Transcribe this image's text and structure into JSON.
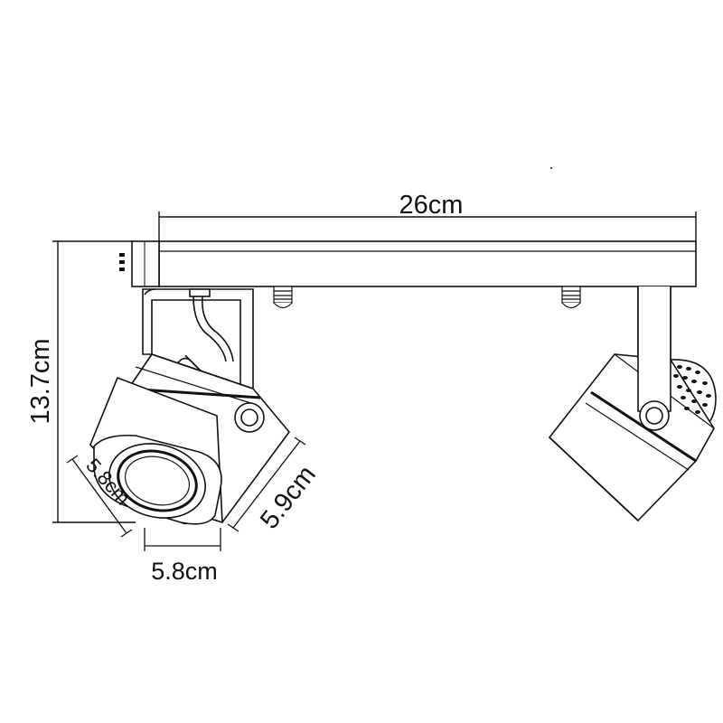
{
  "dimensions": {
    "width_label": "26cm",
    "height_label": "13.7cm",
    "head_side_label": "5.8cm",
    "head_bottom_label": "5.8cm",
    "head_depth_label": "5.9cm"
  },
  "colors": {
    "line": "#111111",
    "background": "#ffffff"
  }
}
